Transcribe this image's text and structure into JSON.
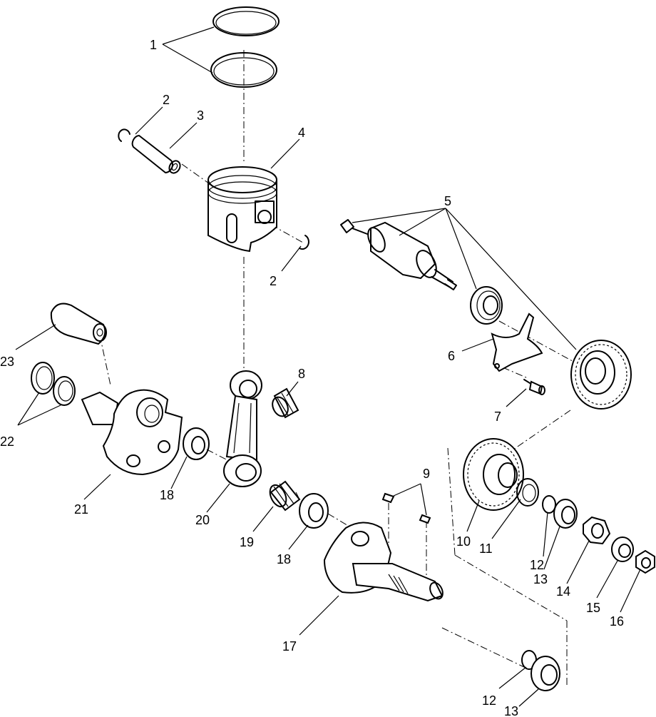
{
  "callouts": [
    {
      "id": "c1",
      "text": "1"
    },
    {
      "id": "c2a",
      "text": "2"
    },
    {
      "id": "c3",
      "text": "3"
    },
    {
      "id": "c4",
      "text": "4"
    },
    {
      "id": "c2b",
      "text": "2"
    },
    {
      "id": "c5",
      "text": "5"
    },
    {
      "id": "c6",
      "text": "6"
    },
    {
      "id": "c7",
      "text": "7"
    },
    {
      "id": "c8",
      "text": "8"
    },
    {
      "id": "c9",
      "text": "9"
    },
    {
      "id": "c10",
      "text": "10"
    },
    {
      "id": "c11",
      "text": "11"
    },
    {
      "id": "c12a",
      "text": "12"
    },
    {
      "id": "c13a",
      "text": "13"
    },
    {
      "id": "c14",
      "text": "14"
    },
    {
      "id": "c15",
      "text": "15"
    },
    {
      "id": "c16",
      "text": "16"
    },
    {
      "id": "c17",
      "text": "17"
    },
    {
      "id": "c18a",
      "text": "18"
    },
    {
      "id": "c18b",
      "text": "18"
    },
    {
      "id": "c19",
      "text": "19"
    },
    {
      "id": "c20",
      "text": "20"
    },
    {
      "id": "c21",
      "text": "21"
    },
    {
      "id": "c22",
      "text": "22"
    },
    {
      "id": "c23",
      "text": "23"
    },
    {
      "id": "c12b",
      "text": "12"
    },
    {
      "id": "c13b",
      "text": "13"
    }
  ]
}
